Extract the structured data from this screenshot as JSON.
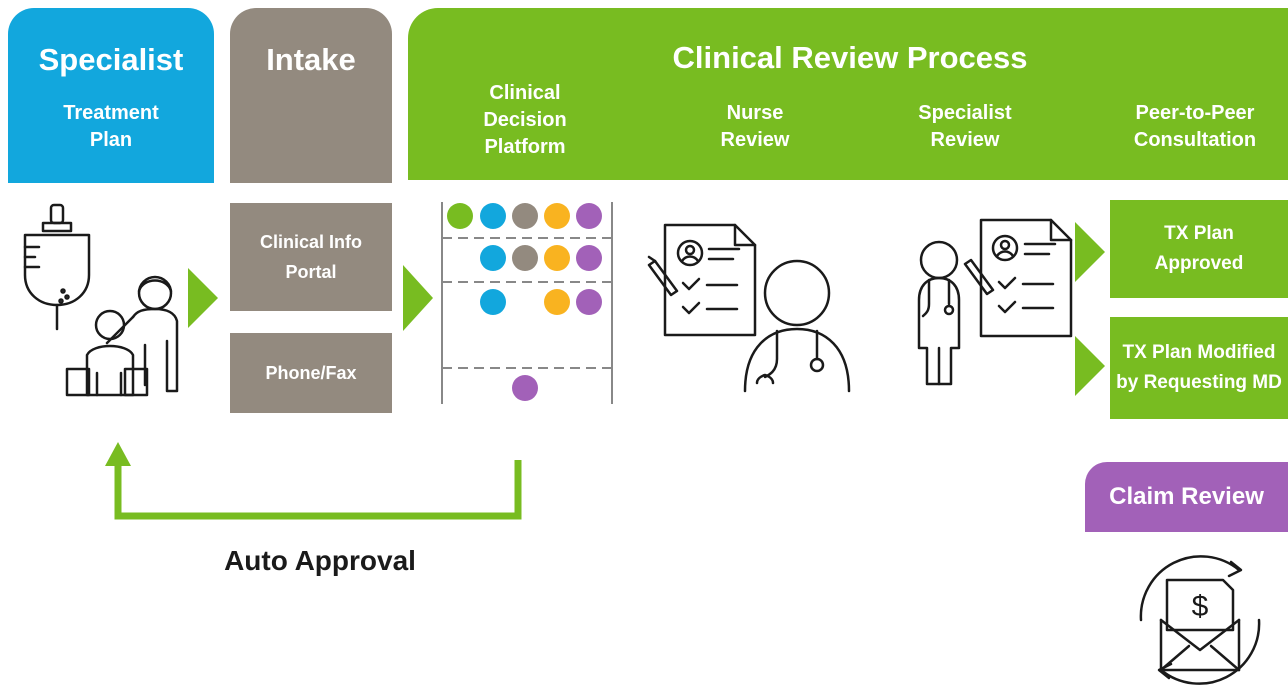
{
  "lanes": {
    "specialist": {
      "title": "Specialist",
      "subtitle": "Treatment Plan"
    },
    "intake": {
      "title": "Intake"
    },
    "clinical_review": {
      "title": "Clinical Review Process"
    }
  },
  "stages": [
    {
      "label": "Clinical Decision Platform"
    },
    {
      "label": "Nurse Review"
    },
    {
      "label": "Specialist Review"
    },
    {
      "label": "Peer-to-Peer Consultation"
    }
  ],
  "intake_channels": [
    {
      "label": "Clinical Info Portal"
    },
    {
      "label": "Phone/Fax"
    }
  ],
  "outcomes": [
    {
      "label": "TX Plan Approved"
    },
    {
      "label": "TX Plan Modified by Requesting MD"
    }
  ],
  "claim_review": {
    "title": "Claim Review",
    "icon": "dollar-envelope-cycle-icon"
  },
  "auto_approval": {
    "label": "Auto Approval"
  },
  "colors": {
    "blue": "#12a7dd",
    "gray": "#938a7f",
    "green": "#78bc21",
    "orange": "#f9b320",
    "purple": "#a261b8"
  },
  "icons": {
    "specialist": "patient-doctor-iv-icon",
    "nurse_review": "nurse-clipboard-icon",
    "specialist_review": "doctor-clipboard-icon"
  }
}
